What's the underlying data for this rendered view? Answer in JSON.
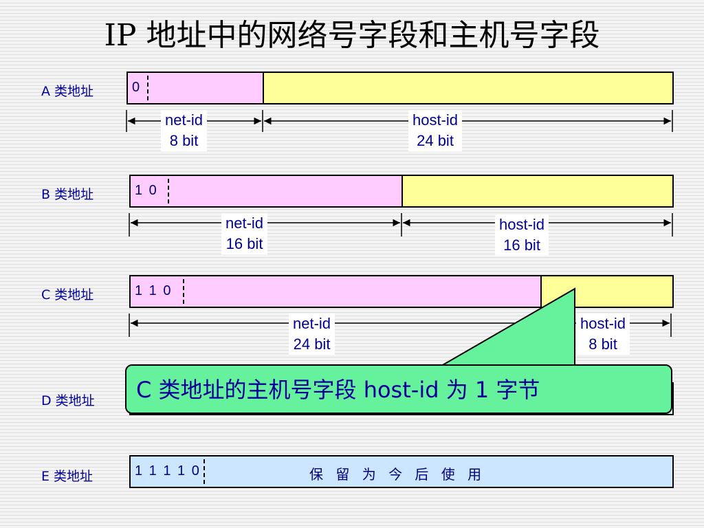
{
  "title": "IP 地址中的网络号字段和主机号字段",
  "rows": {
    "a": {
      "label": "A 类地址",
      "prefix": "0"
    },
    "b": {
      "label": "B 类地址",
      "prefix": "1 0"
    },
    "c": {
      "label": "C 类地址",
      "prefix": "1 1 0"
    },
    "d": {
      "label": "D 类地址"
    },
    "e": {
      "label": "E 类地址",
      "prefix": "1 1 1 1 0",
      "reserved": "保 留 为 今 后 使 用"
    }
  },
  "dims": {
    "a_net": [
      "net-id",
      "8 bit"
    ],
    "a_host": [
      "host-id",
      "24 bit"
    ],
    "b_net": [
      "net-id",
      "16 bit"
    ],
    "b_host": [
      "host-id",
      "16 bit"
    ],
    "c_net": [
      "net-id",
      "24 bit"
    ],
    "c_host": [
      "host-id",
      "8 bit"
    ]
  },
  "callout": "C 类地址的主机号字段 host-id 为 1 字节",
  "colors": {
    "net": "#ffccff",
    "host": "#ffff99",
    "reserved": "#cce6ff",
    "callout": "#66f29c"
  }
}
